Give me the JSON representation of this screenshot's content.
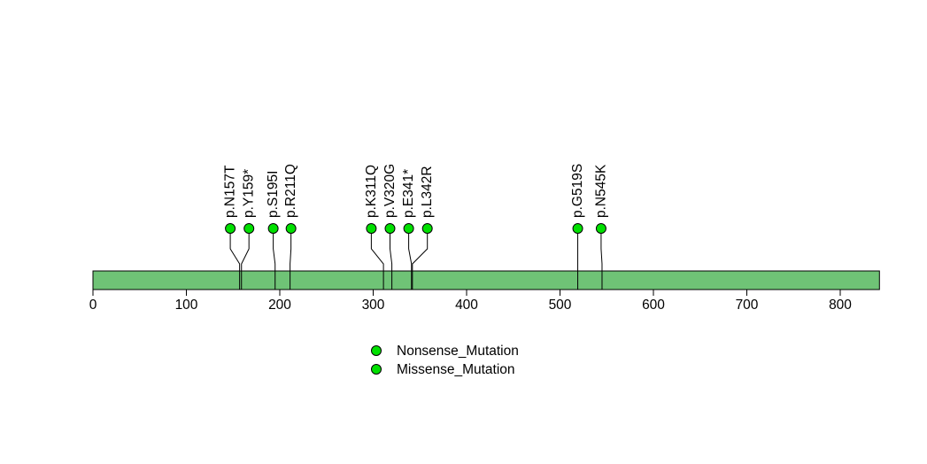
{
  "chart_data": {
    "type": "lollipop",
    "title": "",
    "xlabel": "",
    "ylabel": "",
    "gene_length_aa": 842,
    "xlim": [
      0,
      842
    ],
    "axis_ticks": [
      0,
      100,
      200,
      300,
      400,
      500,
      600,
      700,
      800
    ],
    "grid": false,
    "legend_position": "bottom-center",
    "mutations": [
      {
        "label": "p.N157T",
        "position": 157,
        "display_position": 147,
        "type": "Missense_Mutation"
      },
      {
        "label": "p.Y159*",
        "position": 159,
        "display_position": 167,
        "type": "Nonsense_Mutation"
      },
      {
        "label": "p.S195I",
        "position": 195,
        "display_position": 193,
        "type": "Missense_Mutation"
      },
      {
        "label": "p.R211Q",
        "position": 211,
        "display_position": 212,
        "type": "Missense_Mutation"
      },
      {
        "label": "p.K311Q",
        "position": 311,
        "display_position": 298,
        "type": "Missense_Mutation"
      },
      {
        "label": "p.V320G",
        "position": 320,
        "display_position": 318,
        "type": "Missense_Mutation"
      },
      {
        "label": "p.E341*",
        "position": 341,
        "display_position": 338,
        "type": "Nonsense_Mutation"
      },
      {
        "label": "p.L342R",
        "position": 342,
        "display_position": 358,
        "type": "Missense_Mutation"
      },
      {
        "label": "p.G519S",
        "position": 519,
        "display_position": 519,
        "type": "Missense_Mutation"
      },
      {
        "label": "p.N545K",
        "position": 545,
        "display_position": 544,
        "type": "Missense_Mutation"
      }
    ],
    "legend": [
      {
        "label": "Nonsense_Mutation",
        "color": "#00e000"
      },
      {
        "label": "Missense_Mutation",
        "color": "#00e000"
      }
    ]
  },
  "colors": {
    "background": "#ffffff",
    "gene_bar_fill": "#6fc376",
    "gene_bar_stroke": "#000000",
    "point_fill": "#00e000",
    "point_stroke": "#000000",
    "stem_stroke": "#000000",
    "axis_text": "#000000"
  }
}
